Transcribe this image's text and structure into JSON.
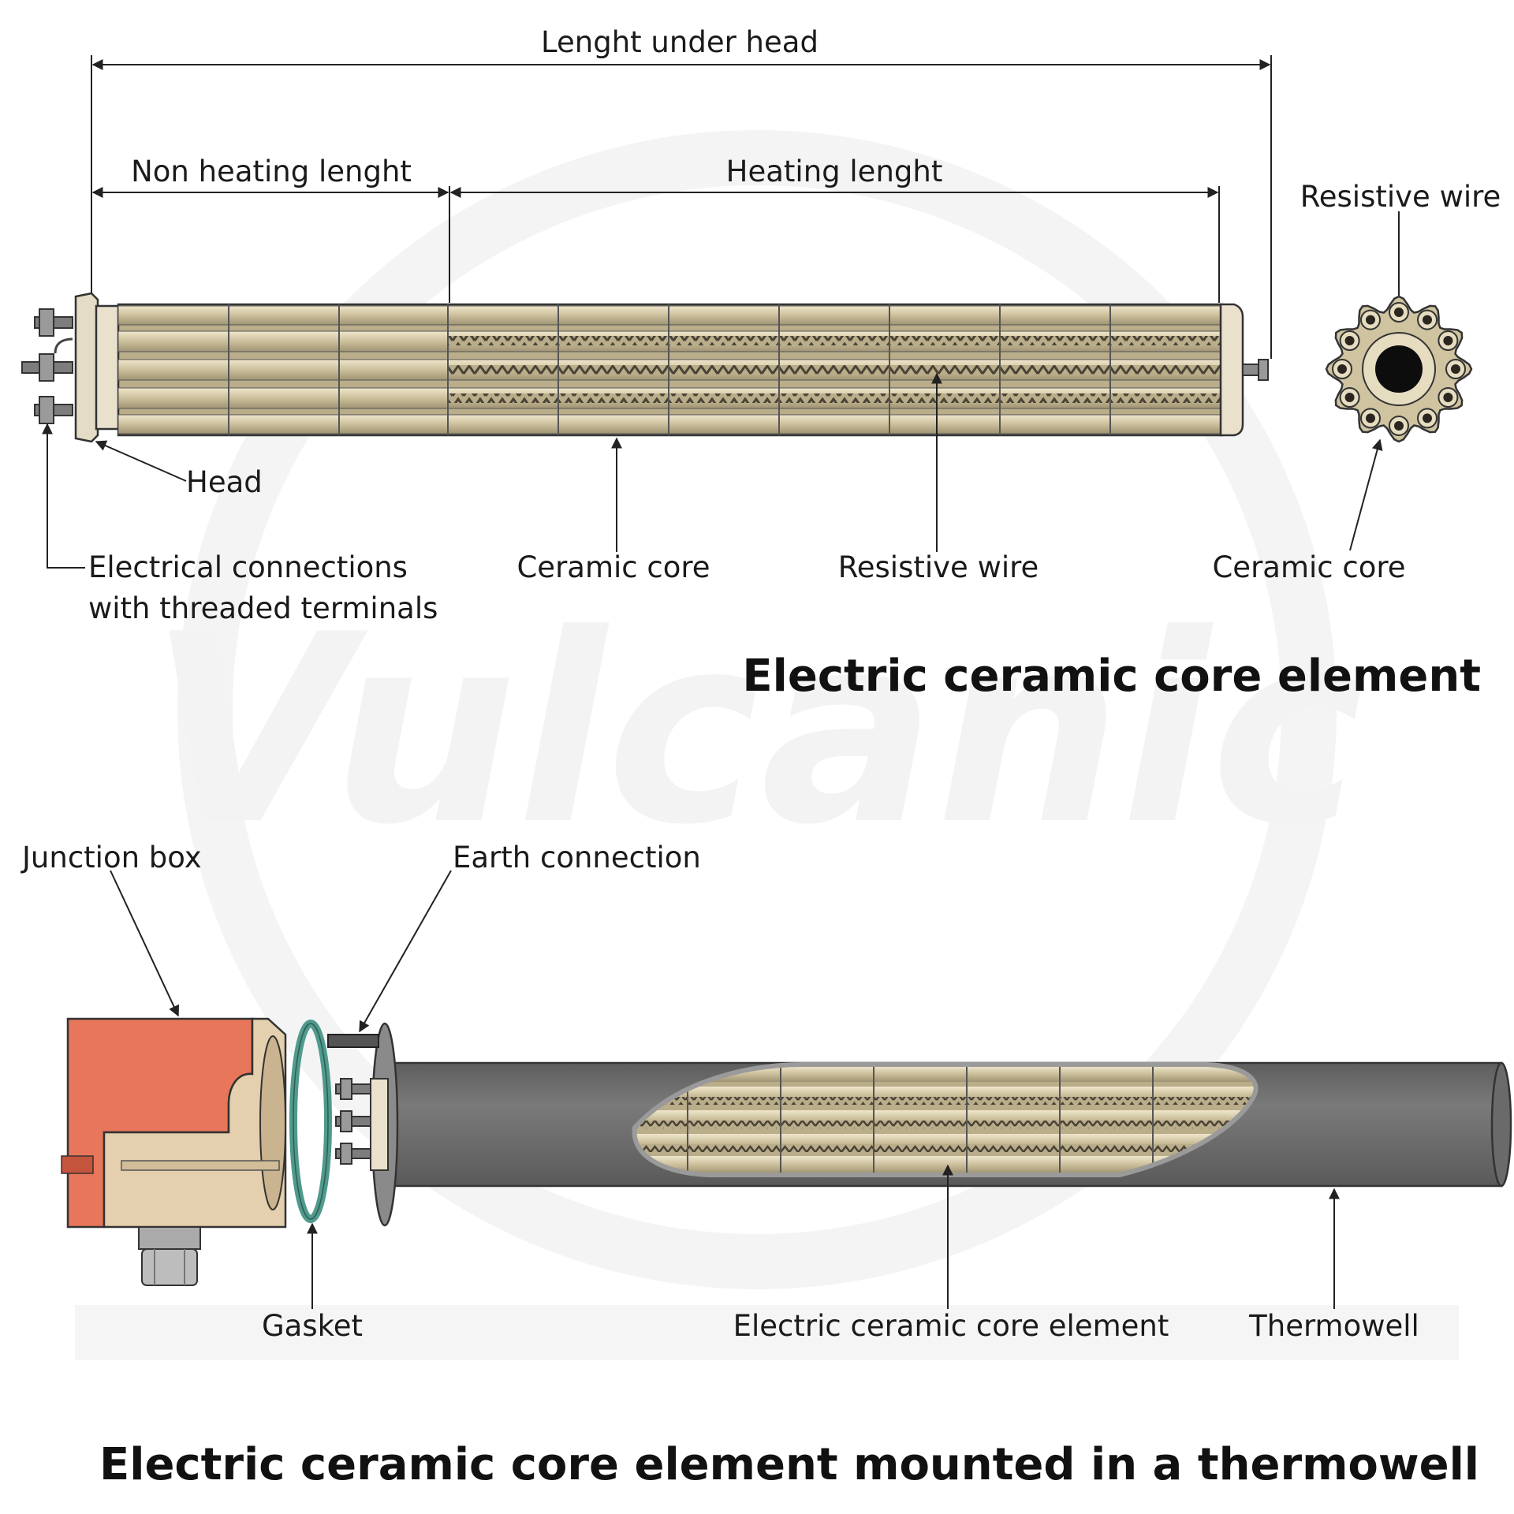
{
  "watermark": "Vulcanic",
  "colors": {
    "ceramic": "#cfc3a0",
    "ceramic_dark": "#9e9272",
    "ceramic_light": "#e6dcc0",
    "head": "#e9e1cc",
    "thermowell": "#6e6e6e",
    "junction_orange": "#e8765a",
    "junction_beige": "#e4cfae",
    "gasket": "#4f9a8c"
  },
  "top": {
    "dimensions": {
      "length_under_head": "Lenght under head",
      "non_heating_length": "Non heating lenght",
      "heating_length": "Heating lenght"
    },
    "labels": {
      "head": "Head",
      "electrical_connections_line1": "Electrical connections",
      "electrical_connections_line2": "with threaded terminals",
      "ceramic_core": "Ceramic core",
      "resistive_wire": "Resistive wire",
      "cross_section_resistive_wire": "Resistive wire",
      "cross_section_ceramic_core": "Ceramic core"
    },
    "title": "Electric ceramic core element"
  },
  "bottom": {
    "labels": {
      "junction_box": "Junction box",
      "earth_connection": "Earth connection",
      "gasket": "Gasket",
      "element": "Electric ceramic core element",
      "thermowell": "Thermowell"
    },
    "title": "Electric ceramic core element mounted in a thermowell"
  }
}
